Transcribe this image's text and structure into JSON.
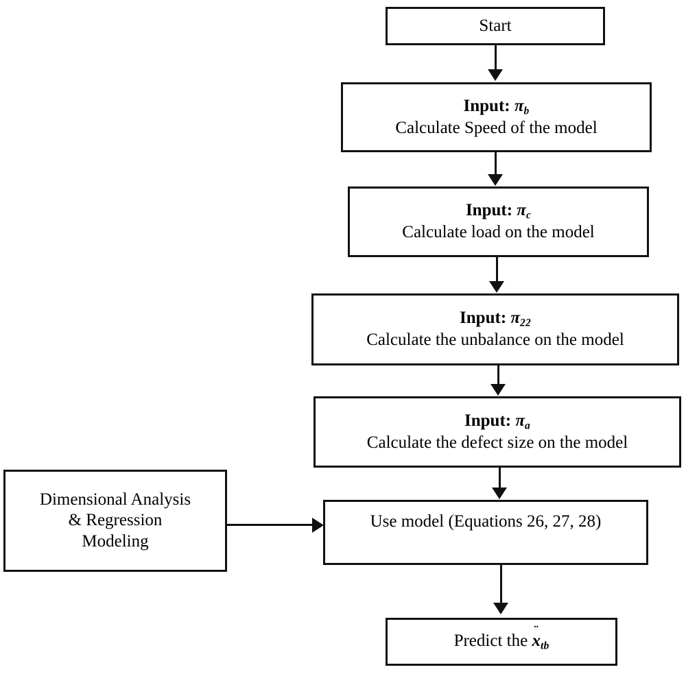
{
  "diagram": {
    "title": "Dimensional analysis and regression modelling prediction flowchart",
    "accent_color": "#111111",
    "background_color": "#ffffff"
  },
  "nodes": {
    "start": {
      "label": "Start"
    },
    "input_pi_b": {
      "line1_prefix": "Input: ",
      "line1_symbol": "π",
      "line1_subscript": "b",
      "line2": "Calculate Speed of the model"
    },
    "input_pi_c": {
      "line1_prefix": "Input: ",
      "line1_symbol": "π",
      "line1_subscript": "c",
      "line2": "Calculate load on the model"
    },
    "input_pi_22": {
      "line1_prefix": "Input: ",
      "line1_symbol": "π",
      "line1_subscript": "22",
      "line2": "Calculate the unbalance on the model"
    },
    "input_pi_a": {
      "line1_prefix": "Input: ",
      "line1_symbol": "π",
      "line1_subscript": "a",
      "line2": "Calculate the defect size on the model"
    },
    "dimensional_analysis": {
      "line1": "Dimensional Analysis",
      "line2": "& Regression",
      "line3": "Modeling"
    },
    "use_model": {
      "label": "Use model (Equations 26, 27, 28)"
    },
    "predict": {
      "prefix": "Predict the ",
      "symbol": "x",
      "accent": "¨",
      "subscript": "tb"
    }
  },
  "connectors": [
    {
      "name": "start-to-input-pi-b",
      "kind": "arrow-down"
    },
    {
      "name": "input-pi-b-to-input-pi-c",
      "kind": "arrow-down"
    },
    {
      "name": "input-pi-c-to-input-pi-22",
      "kind": "arrow-down"
    },
    {
      "name": "input-pi-22-to-input-pi-a",
      "kind": "arrow-down"
    },
    {
      "name": "input-pi-a-to-use-model",
      "kind": "arrow-down"
    },
    {
      "name": "dimensional-analysis-to-use-model",
      "kind": "arrow-right"
    },
    {
      "name": "use-model-to-predict",
      "kind": "arrow-down"
    }
  ]
}
